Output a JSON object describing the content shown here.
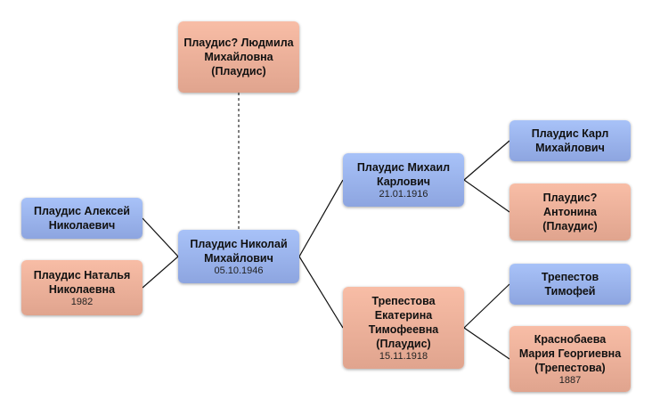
{
  "persons": {
    "lyudmila": {
      "name": "Плаудис? Людмила Михайловна (Плаудис)",
      "date": null,
      "gender": "female"
    },
    "nikolai": {
      "name": "Плаудис Николай Михайлович",
      "date": "05.10.1946",
      "gender": "male"
    },
    "aleksei": {
      "name": "Плаудис Алексей Николаевич",
      "date": null,
      "gender": "male"
    },
    "natalya": {
      "name": "Плаудис Наталья Николаевна",
      "date": "1982",
      "gender": "female"
    },
    "mikhail": {
      "name": "Плаудис Михаил Карлович",
      "date": "21.01.1916",
      "gender": "male"
    },
    "ekaterina": {
      "name": "Трепестова Екатерина Тимофеевна (Плаудис)",
      "date": "15.11.1918",
      "gender": "female"
    },
    "karl": {
      "name": "Плаудис Карл Михайлович",
      "date": null,
      "gender": "male"
    },
    "antonina": {
      "name": "Плаудис? Антонина (Плаудис)",
      "date": null,
      "gender": "female"
    },
    "timofei": {
      "name": "Трепестов Тимофей",
      "date": null,
      "gender": "male"
    },
    "maria": {
      "name": "Краснобаева Мария Георгиевна (Трепестова)",
      "date": "1887",
      "gender": "female"
    }
  },
  "colors": {
    "male": "#9bb4ee",
    "female": "#eeb09a",
    "line": "#111111"
  }
}
